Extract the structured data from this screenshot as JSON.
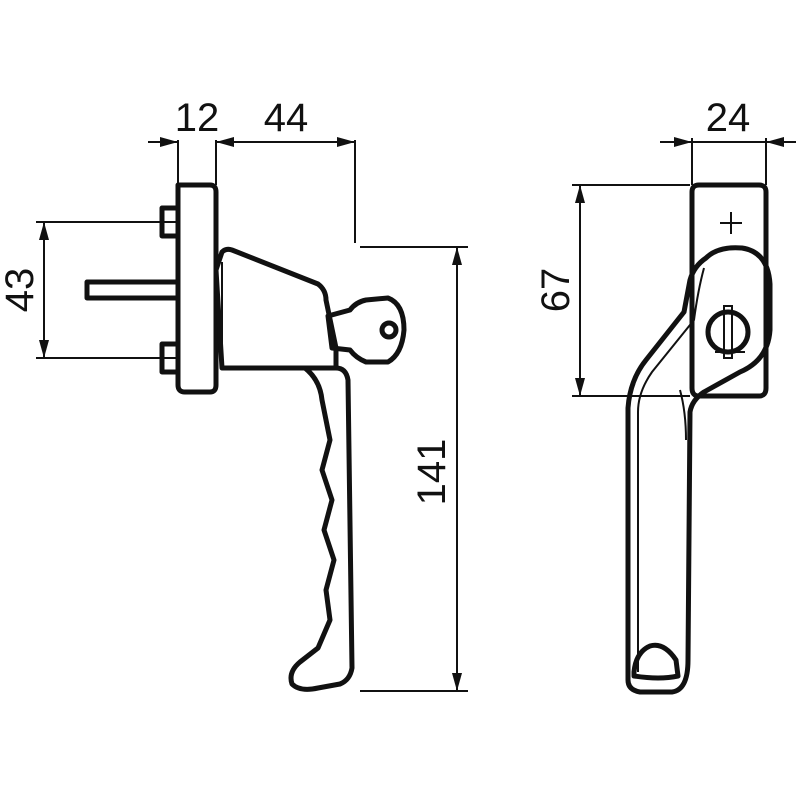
{
  "dimensions": {
    "plate_thickness": "12",
    "projection": "44",
    "spindle_spacing": "43",
    "total_length": "141",
    "width": "24",
    "head_height": "67"
  },
  "colors": {
    "line": "#111111",
    "background": "#ffffff"
  }
}
